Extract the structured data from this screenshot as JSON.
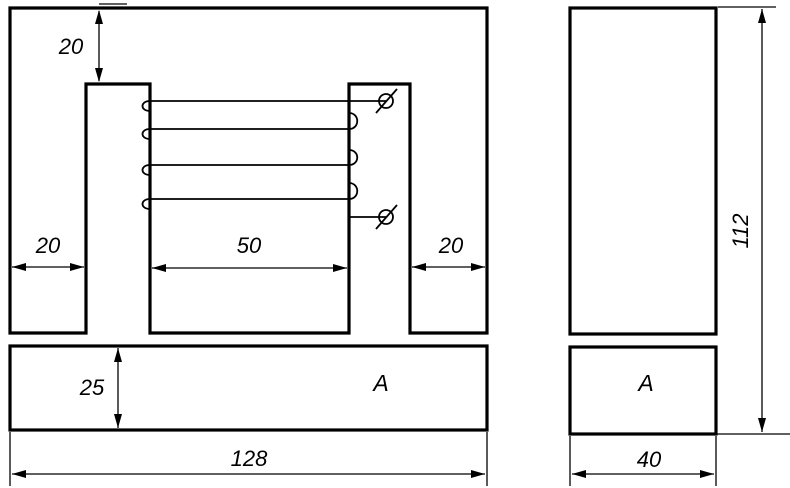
{
  "dimensions": {
    "top_gap": "20",
    "left_leg": "20",
    "window_width": "50",
    "right_leg": "20",
    "yoke_height": "25",
    "total_width": "128",
    "side_height": "112",
    "side_width": "40"
  },
  "labels": {
    "front_yoke": "A",
    "side_yoke": "A"
  },
  "coil": {
    "turns": 4,
    "terminals": 2
  }
}
